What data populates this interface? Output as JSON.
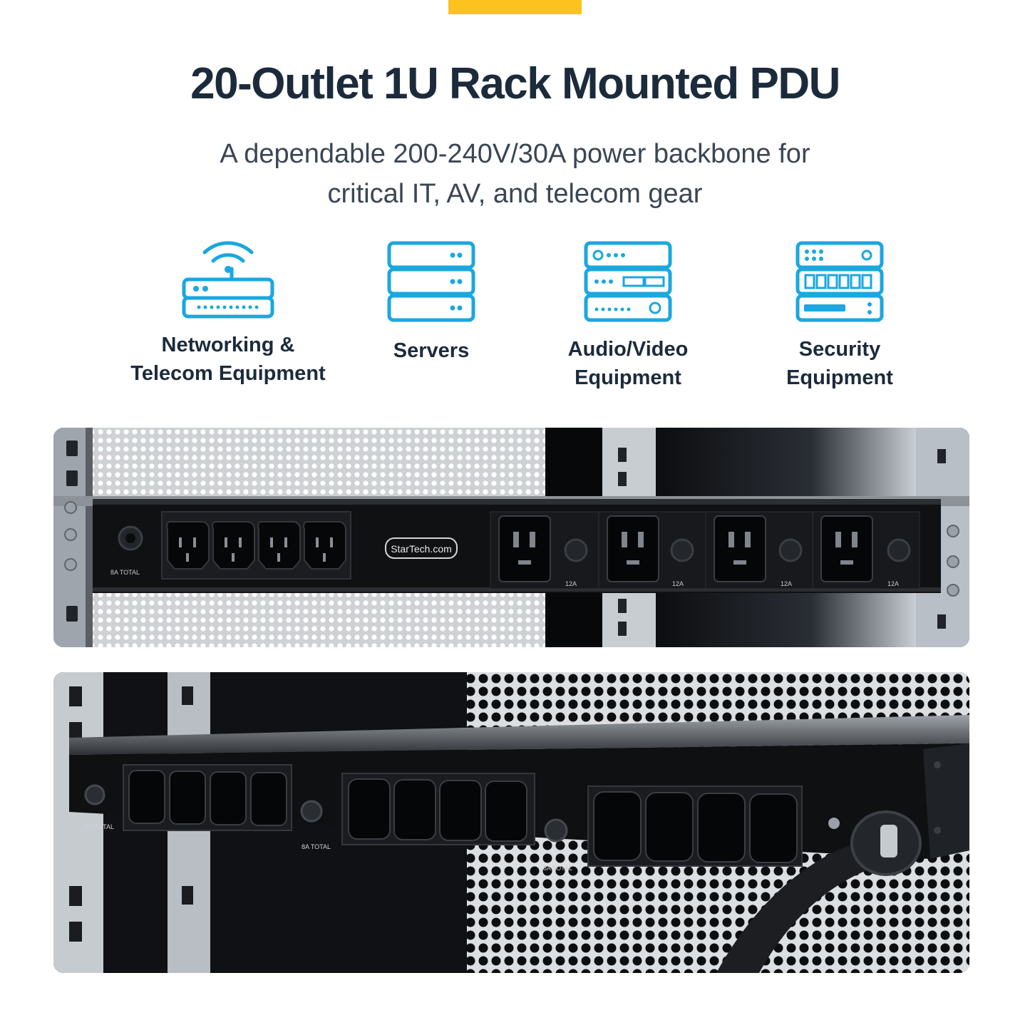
{
  "colors": {
    "accent": "#fcc31e",
    "heading": "#1c2b3c",
    "icon": "#1ba7df",
    "text": "#3a4654"
  },
  "header": {
    "title": "20-Outlet 1U Rack Mounted PDU",
    "subtitle_line1": "A dependable 200-240V/30A power backbone for",
    "subtitle_line2": "critical IT, AV, and telecom gear"
  },
  "categories": [
    {
      "icon": "wifi-router-icon",
      "line1": "Networking &",
      "line2": "Telecom Equipment"
    },
    {
      "icon": "server-stack-icon",
      "line1": "Servers",
      "line2": ""
    },
    {
      "icon": "av-rack-icon",
      "line1": "Audio/Video",
      "line2": "Equipment"
    },
    {
      "icon": "security-rack-icon",
      "line1": "Security",
      "line2": "Equipment"
    }
  ],
  "photo_top": {
    "brand": "StarTech.com",
    "total_label": "8A TOTAL",
    "breaker_label": "12A"
  },
  "photo_bottom": {
    "total_label": "8A TOTAL"
  }
}
